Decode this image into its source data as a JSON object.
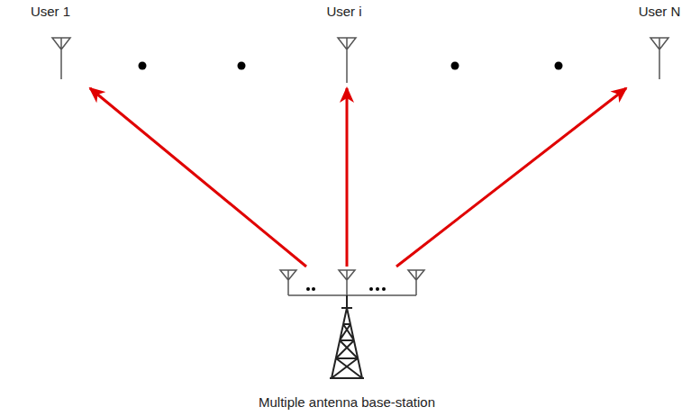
{
  "diagram": {
    "nodes": [
      {
        "text": [
          "User 1"
        ]
      },
      {
        "text": [
          "User i"
        ]
      },
      {
        "text": [
          "User N"
        ]
      },
      {
        "text": [
          "Multiple antenna base-station"
        ]
      }
    ],
    "edges": [
      {
        "from": 3,
        "to": 0,
        "arrow": "to"
      },
      {
        "from": 3,
        "to": 1,
        "arrow": "to"
      },
      {
        "from": 3,
        "to": 2,
        "arrow": "to"
      }
    ]
  }
}
